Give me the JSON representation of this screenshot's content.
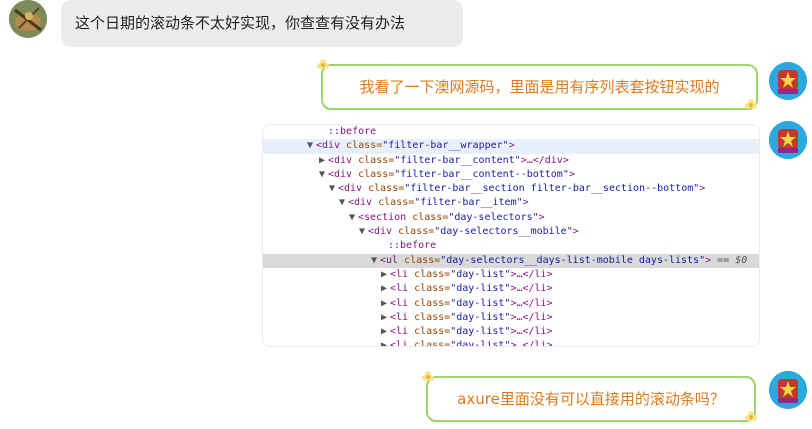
{
  "messages": {
    "m1": {
      "text": "这个日期的滚动条不太好实现，你查查有没有办法"
    },
    "m2": {
      "text": "我看了一下澳网源码，里面是用有序列表套按钮实现的"
    },
    "m4": {
      "text": "axure里面没有可以直接用的滚动条吗？"
    }
  },
  "code": {
    "lines": [
      {
        "indent": 56,
        "tri": "",
        "pre": "::before",
        "tag_open": "",
        "attrs": "",
        "close": "",
        "style": "",
        "type": "pseudo"
      },
      {
        "indent": 44,
        "tri": "▼",
        "pre": "<div",
        "attr": " class=",
        "val": "\"filter-bar__wrapper\"",
        "rest": ">",
        "style": "hl-blue"
      },
      {
        "indent": 56,
        "tri": "▶",
        "pre": "<div",
        "attr": " class=",
        "val": "\"filter-bar__content\"",
        "rest": ">…</div>",
        "style": ""
      },
      {
        "indent": 56,
        "tri": "▼",
        "pre": "<div",
        "attr": " class=",
        "val": "\"filter-bar__content--bottom\"",
        "rest": ">",
        "style": ""
      },
      {
        "indent": 66,
        "tri": "▼",
        "pre": "<div",
        "attr": " class=",
        "val": "\"filter-bar__section filter-bar__section--bottom\"",
        "rest": ">",
        "style": ""
      },
      {
        "indent": 76,
        "tri": "▼",
        "pre": "<div",
        "attr": " class=",
        "val": "\"filter-bar__item\"",
        "rest": ">",
        "style": ""
      },
      {
        "indent": 86,
        "tri": "▼",
        "pre": "<section",
        "attr": " class=",
        "val": "\"day-selectors\"",
        "rest": ">",
        "style": ""
      },
      {
        "indent": 96,
        "tri": "▼",
        "pre": "<div",
        "attr": " class=",
        "val": "\"day-selectors__mobile\"",
        "rest": ">",
        "style": ""
      },
      {
        "indent": 116,
        "tri": "",
        "pre": "::before",
        "attr": "",
        "val": "",
        "rest": "",
        "style": "",
        "type": "pseudo"
      },
      {
        "indent": 108,
        "tri": "▼",
        "pre": "<ul",
        "attr": " class=",
        "val": "\"day-selectors__days-list-mobile days-lists\"",
        "rest": ">",
        "eq": " == $0",
        "style": "hl-grey"
      },
      {
        "indent": 118,
        "tri": "▶",
        "pre": "<li",
        "attr": " class=",
        "val": "\"day-list\"",
        "rest": ">…</li>",
        "style": ""
      },
      {
        "indent": 118,
        "tri": "▶",
        "pre": "<li",
        "attr": " class=",
        "val": "\"day-list\"",
        "rest": ">…</li>",
        "style": ""
      },
      {
        "indent": 118,
        "tri": "▶",
        "pre": "<li",
        "attr": " class=",
        "val": "\"day-list\"",
        "rest": ">…</li>",
        "style": ""
      },
      {
        "indent": 118,
        "tri": "▶",
        "pre": "<li",
        "attr": " class=",
        "val": "\"day-list\"",
        "rest": ">…</li>",
        "style": ""
      },
      {
        "indent": 118,
        "tri": "▶",
        "pre": "<li",
        "attr": " class=",
        "val": "\"day-list\"",
        "rest": ">…</li>",
        "style": ""
      },
      {
        "indent": 118,
        "tri": "▶",
        "pre": "<li",
        "attr": " class=",
        "val": "\"day-list\"",
        "rest": ">…</li>",
        "style": ""
      }
    ]
  },
  "colors": {
    "bubble_left_bg": "#ececec",
    "bubble_right_border": "#9fd36c",
    "bubble_right_text": "#e07b1a",
    "highlight_selected": "#d9d9d9"
  },
  "icons": {
    "left_avatar": "avatar-icon",
    "right_avatar": "avatar-icon",
    "bubble_decoration": "flower-icon"
  }
}
